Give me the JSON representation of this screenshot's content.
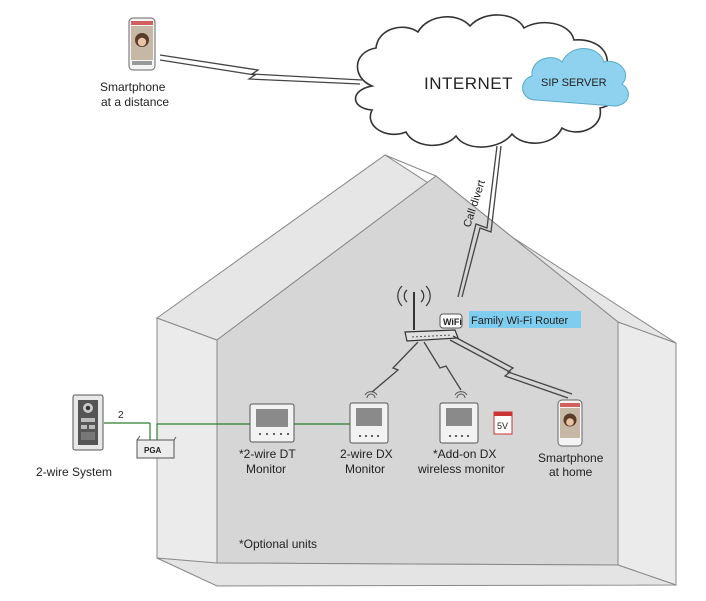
{
  "internet_label": "INTERNET",
  "sip_server_label": "SIP SERVER",
  "remote_phone": {
    "line1": "Smartphone",
    "line2": "at a distance"
  },
  "call_divert_label": "Call divert",
  "router_label": "Family Wi-Fi Router",
  "wifi_badge": "WiFi",
  "two_wire_system_label": "2-wire System",
  "wire_count": "2",
  "pga_label": "PGA",
  "power_label": "5V",
  "monitors": [
    {
      "line1": "*2-wire DT",
      "line2": "Monitor"
    },
    {
      "line1": "2-wire DX",
      "line2": "Monitor"
    },
    {
      "line1": "*Add-on DX",
      "line2": "wireless monitor"
    }
  ],
  "home_phone": {
    "line1": "Smartphone",
    "line2": "at home"
  },
  "optional_note": "*Optional units",
  "colors": {
    "house_face": "#d7d7d7",
    "house_side": "#ebebeb",
    "sip_cloud": "#8fd2ef",
    "router_label_bg": "#7fcdee",
    "bus_wire": "#2e7d32",
    "power_tag": "#cc3333"
  }
}
